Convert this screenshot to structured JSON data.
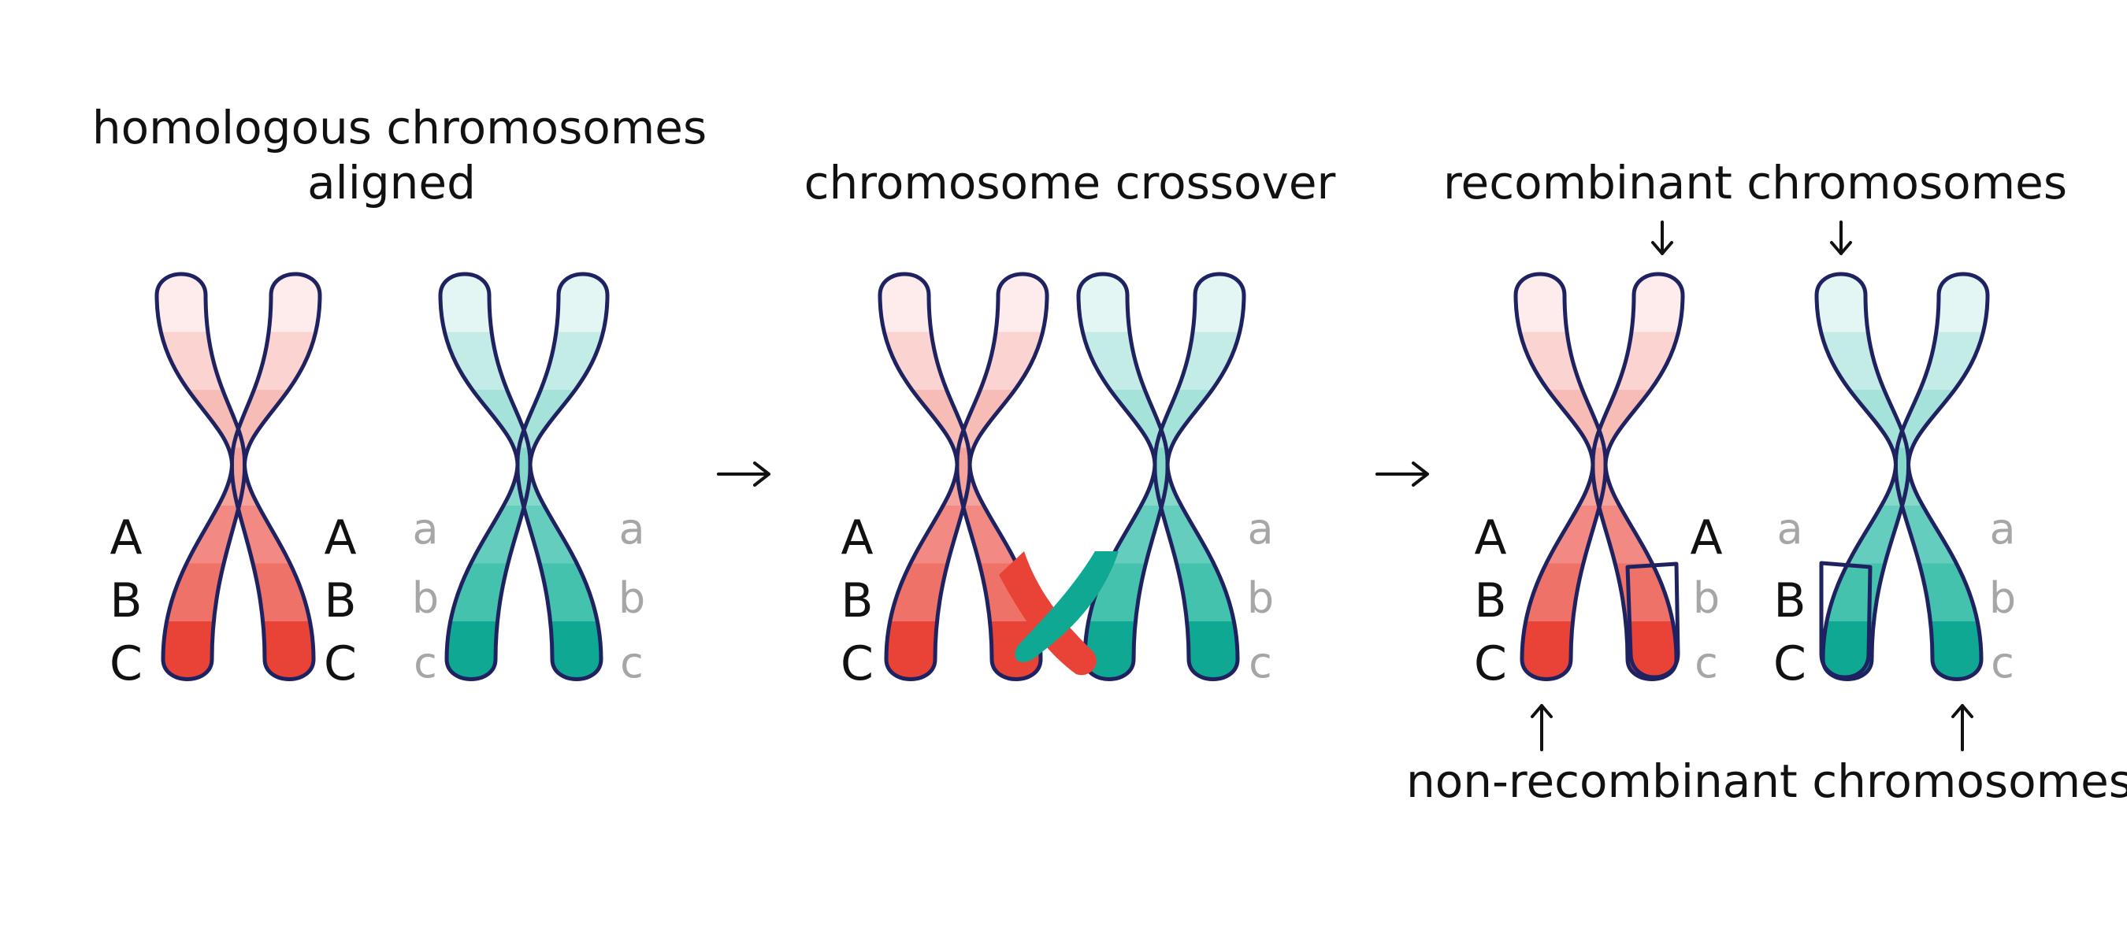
{
  "captions": {
    "aligned_line1": "homologous chromosomes",
    "aligned_line2": "aligned",
    "crossover": "chromosome crossover",
    "recombinant": "recombinant chromosomes",
    "non_recombinant": "non-recombinant chromosomes"
  },
  "alleles": {
    "dominant": [
      "A",
      "B",
      "C"
    ],
    "recessive": [
      "a",
      "b",
      "c"
    ]
  },
  "colors": {
    "red_gradient": [
      "#fdeceb",
      "#fbd3d0",
      "#f8bcb7",
      "#f5a39d",
      "#f28a83",
      "#ef7269",
      "#e94338"
    ],
    "teal_gradient": [
      "#e4f6f3",
      "#c3ece6",
      "#a5e2d9",
      "#86d8cb",
      "#65cdbd",
      "#44c2ae",
      "#0fa993"
    ],
    "outline": "#1f2260",
    "dominant_text": "#111111",
    "recessive_text": "#a6a6a6"
  }
}
